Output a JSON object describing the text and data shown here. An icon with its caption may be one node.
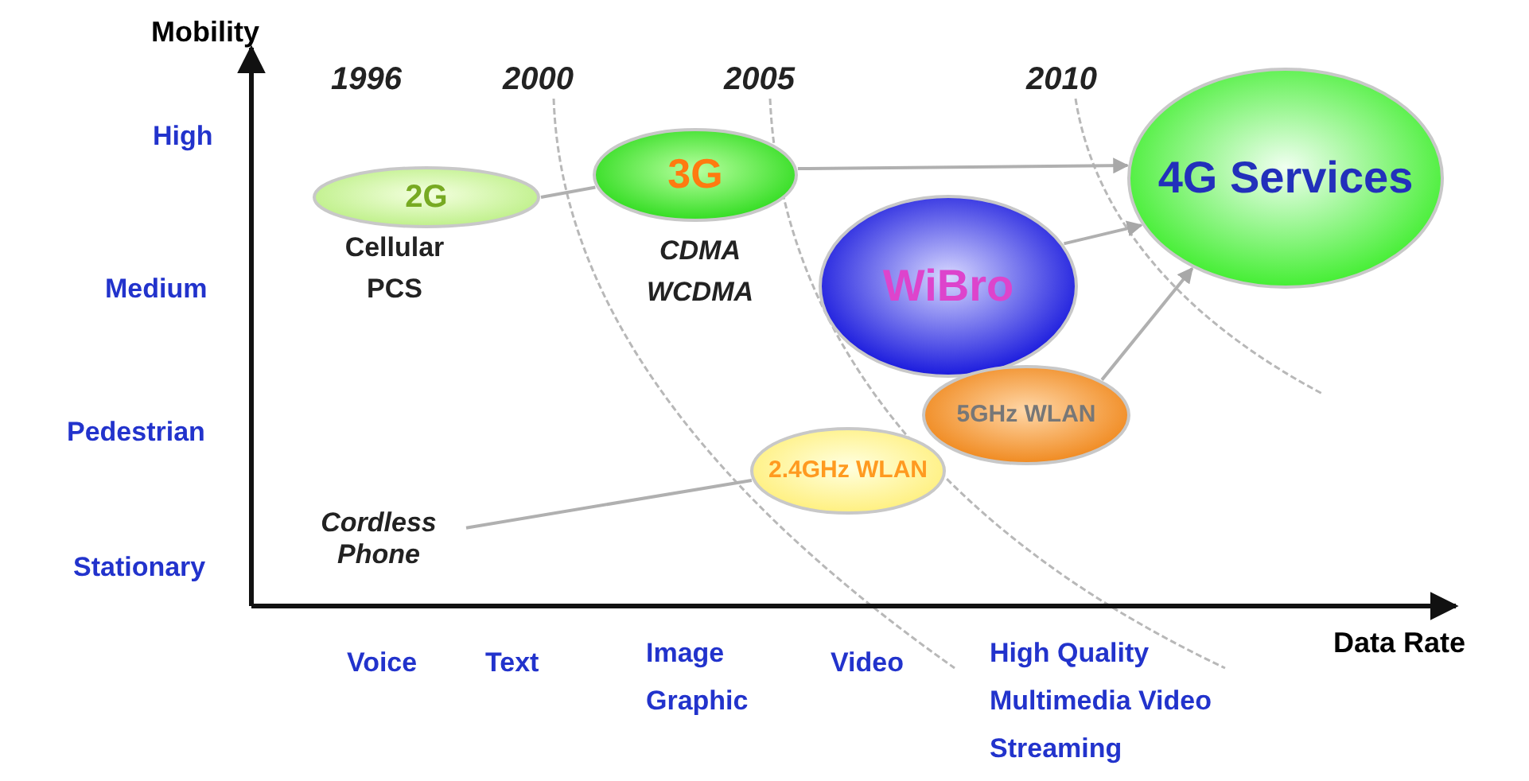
{
  "diagram": {
    "nodes": [
      {
        "text": [
          "2G"
        ],
        "beside": [
          "Cellular PCS"
        ]
      },
      {
        "text": [
          "3G"
        ],
        "beside": [
          "CDMA WCDMA"
        ]
      },
      {
        "text": [
          "WiBro"
        ]
      },
      {
        "text": [
          "5GHz WLAN"
        ]
      },
      {
        "text": [
          "2.4GHz WLAN"
        ]
      },
      {
        "text": [
          "4G Services"
        ]
      },
      {
        "text": [
          "Cordless Phone"
        ]
      }
    ],
    "edges": [
      {
        "from": 0,
        "to": 1,
        "arrow": "none"
      },
      {
        "from": 1,
        "to": 5,
        "arrow": "to"
      },
      {
        "from": 2,
        "to": 5,
        "arrow": "to"
      },
      {
        "from": 3,
        "to": 5,
        "arrow": "to"
      },
      {
        "from": 6,
        "to": 4,
        "arrow": "none"
      }
    ],
    "labels": [
      "Mobility",
      "1996",
      "2000",
      "2005",
      "2010",
      "High",
      "Medium",
      "Pedestrian",
      "Stationary",
      "Voice",
      "Text",
      "Image Graphic",
      "Video",
      "High Quality Multimedia Video Streaming",
      "Data Rate"
    ]
  }
}
